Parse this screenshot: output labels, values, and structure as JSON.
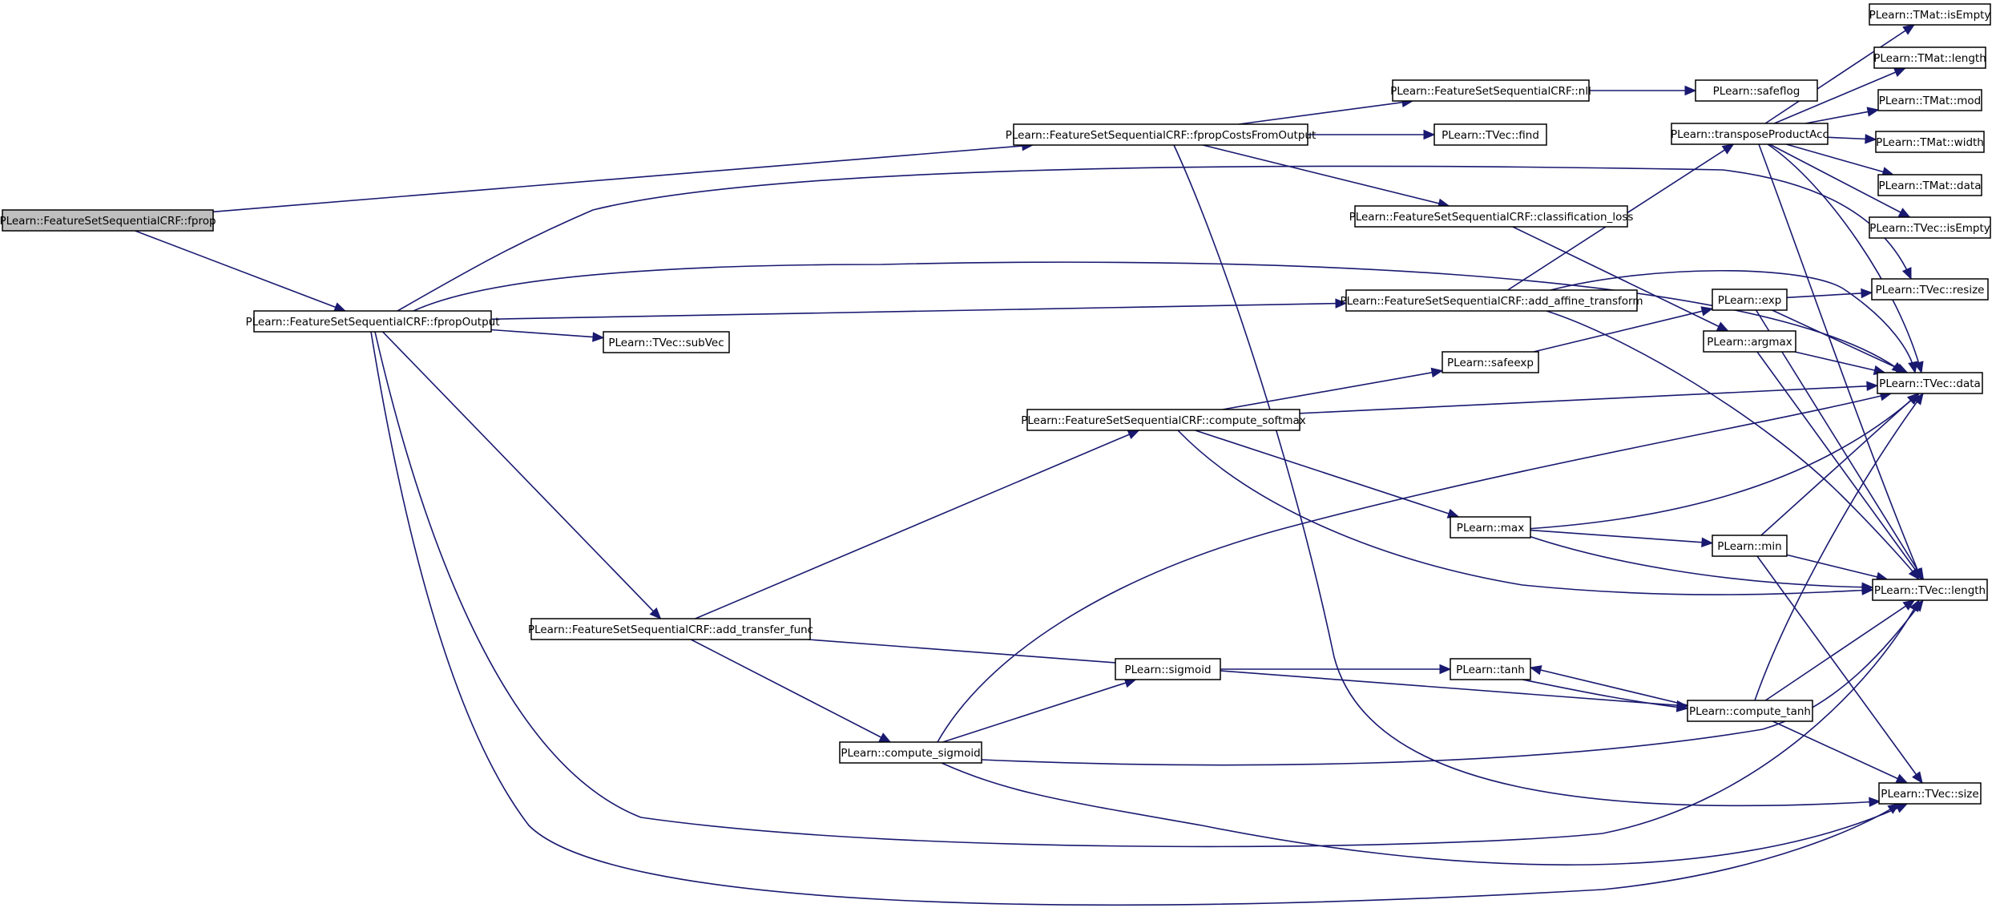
{
  "graph": {
    "colors": {
      "edge": "#191970",
      "root_fill": "#bfbfbf",
      "node_fill": "#ffffff",
      "border": "#000000"
    },
    "nodes": {
      "fprop": {
        "label": "PLearn::FeatureSetSequentialCRF::fprop",
        "root": true
      },
      "fpropOutput": {
        "label": "PLearn::FeatureSetSequentialCRF::fpropOutput"
      },
      "fpropCostsFromOutput": {
        "label": "PLearn::FeatureSetSequentialCRF::fpropCostsFromOutput"
      },
      "nll": {
        "label": "PLearn::FeatureSetSequentialCRF::nll"
      },
      "safeflog": {
        "label": "PLearn::safeflog"
      },
      "find": {
        "label": "PLearn::TVec::find"
      },
      "classification_loss": {
        "label": "PLearn::FeatureSetSequentialCRF::classification_loss"
      },
      "add_affine_transform": {
        "label": "PLearn::FeatureSetSequentialCRF::add_affine_transform"
      },
      "subVec": {
        "label": "PLearn::TVec::subVec"
      },
      "transposeProductAcc": {
        "label": "PLearn::transposeProductAcc"
      },
      "exp": {
        "label": "PLearn::exp"
      },
      "argmax": {
        "label": "PLearn::argmax"
      },
      "safeexp": {
        "label": "PLearn::safeexp"
      },
      "compute_softmax": {
        "label": "PLearn::FeatureSetSequentialCRF::compute_softmax"
      },
      "max": {
        "label": "PLearn::max"
      },
      "min": {
        "label": "PLearn::min"
      },
      "add_transfer_func": {
        "label": "PLearn::FeatureSetSequentialCRF::add_transfer_func"
      },
      "sigmoid": {
        "label": "PLearn::sigmoid"
      },
      "tanh": {
        "label": "PLearn::tanh"
      },
      "compute_tanh": {
        "label": "PLearn::compute_tanh"
      },
      "compute_sigmoid": {
        "label": "PLearn::compute_sigmoid"
      },
      "TMat_isEmpty": {
        "label": "PLearn::TMat::isEmpty"
      },
      "TMat_length": {
        "label": "PLearn::TMat::length"
      },
      "TMat_mod": {
        "label": "PLearn::TMat::mod"
      },
      "TMat_width": {
        "label": "PLearn::TMat::width"
      },
      "TMat_data": {
        "label": "PLearn::TMat::data"
      },
      "TVec_isEmpty": {
        "label": "PLearn::TVec::isEmpty"
      },
      "TVec_resize": {
        "label": "PLearn::TVec::resize"
      },
      "TVec_data": {
        "label": "PLearn::TVec::data"
      },
      "TVec_length": {
        "label": "PLearn::TVec::length"
      },
      "TVec_size": {
        "label": "PLearn::TVec::size"
      }
    },
    "edges": [
      [
        "fprop",
        "fpropCostsFromOutput"
      ],
      [
        "fprop",
        "fpropOutput"
      ],
      [
        "fpropCostsFromOutput",
        "nll"
      ],
      [
        "fpropCostsFromOutput",
        "find"
      ],
      [
        "fpropCostsFromOutput",
        "classification_loss"
      ],
      [
        "fpropCostsFromOutput",
        "TVec_size"
      ],
      [
        "nll",
        "safeflog"
      ],
      [
        "classification_loss",
        "argmax"
      ],
      [
        "fpropOutput",
        "add_affine_transform"
      ],
      [
        "fpropOutput",
        "subVec"
      ],
      [
        "fpropOutput",
        "add_transfer_func"
      ],
      [
        "fpropOutput",
        "TVec_resize"
      ],
      [
        "fpropOutput",
        "TVec_data"
      ],
      [
        "fpropOutput",
        "TVec_length"
      ],
      [
        "fpropOutput",
        "TVec_size"
      ],
      [
        "add_affine_transform",
        "transposeProductAcc"
      ],
      [
        "add_affine_transform",
        "TVec_data"
      ],
      [
        "add_affine_transform",
        "TVec_length"
      ],
      [
        "transposeProductAcc",
        "TMat_isEmpty"
      ],
      [
        "transposeProductAcc",
        "TMat_length"
      ],
      [
        "transposeProductAcc",
        "TMat_mod"
      ],
      [
        "transposeProductAcc",
        "TMat_width"
      ],
      [
        "transposeProductAcc",
        "TMat_data"
      ],
      [
        "transposeProductAcc",
        "TVec_isEmpty"
      ],
      [
        "transposeProductAcc",
        "TVec_data"
      ],
      [
        "transposeProductAcc",
        "TVec_length"
      ],
      [
        "exp",
        "TVec_resize"
      ],
      [
        "exp",
        "TVec_data"
      ],
      [
        "exp",
        "TVec_length"
      ],
      [
        "argmax",
        "TVec_data"
      ],
      [
        "argmax",
        "TVec_length"
      ],
      [
        "safeexp",
        "exp"
      ],
      [
        "add_transfer_func",
        "compute_softmax"
      ],
      [
        "add_transfer_func",
        "compute_sigmoid"
      ],
      [
        "add_transfer_func",
        "compute_tanh"
      ],
      [
        "compute_softmax",
        "safeexp"
      ],
      [
        "compute_softmax",
        "TVec_data"
      ],
      [
        "compute_softmax",
        "max"
      ],
      [
        "compute_softmax",
        "TVec_length"
      ],
      [
        "max",
        "TVec_data"
      ],
      [
        "max",
        "min"
      ],
      [
        "max",
        "TVec_length"
      ],
      [
        "min",
        "TVec_data"
      ],
      [
        "min",
        "TVec_length"
      ],
      [
        "min",
        "TVec_size"
      ],
      [
        "compute_sigmoid",
        "sigmoid"
      ],
      [
        "compute_sigmoid",
        "TVec_data"
      ],
      [
        "compute_sigmoid",
        "TVec_length"
      ],
      [
        "compute_sigmoid",
        "TVec_size"
      ],
      [
        "sigmoid",
        "tanh"
      ],
      [
        "tanh",
        "compute_tanh"
      ],
      [
        "compute_tanh",
        "tanh"
      ],
      [
        "compute_tanh",
        "TVec_data"
      ],
      [
        "compute_tanh",
        "TVec_length"
      ],
      [
        "compute_tanh",
        "TVec_size"
      ]
    ]
  }
}
